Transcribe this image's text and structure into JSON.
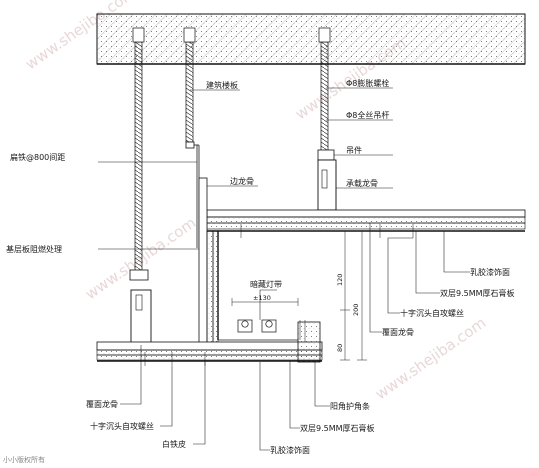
{
  "labels": {
    "floor_slab": "建筑楼板",
    "expansion_bolt": "Φ8膨胀螺栓",
    "threaded_rod": "Φ8全丝吊杆",
    "hanger": "吊件",
    "flat_iron": "扁铁@800间距",
    "edge_keel": "边龙骨",
    "main_keel": "承载龙骨",
    "fireproof_base": "基层板阻燃处理",
    "latex_paint_right": "乳胶漆饰面",
    "double_gypsum_right": "双层9.5MM厚石膏板",
    "cross_screw_right": "十字沉头自攻螺丝",
    "cover_keel_right": "覆面龙骨",
    "hidden_light": "暗藏灯带",
    "cover_keel_left": "覆面龙骨",
    "cross_screw_left": "十字沉头自攻螺丝",
    "white_iron": "白铁皮",
    "corner_bead": "阳角护角条",
    "double_gypsum_bottom": "双层9.5MM厚石膏板",
    "latex_paint_bottom": "乳胶漆饰面"
  },
  "dimensions": {
    "light_offset": "±130",
    "dim_120": "120",
    "dim_200": "200",
    "dim_80": "80"
  },
  "footer": "小小版权所有"
}
